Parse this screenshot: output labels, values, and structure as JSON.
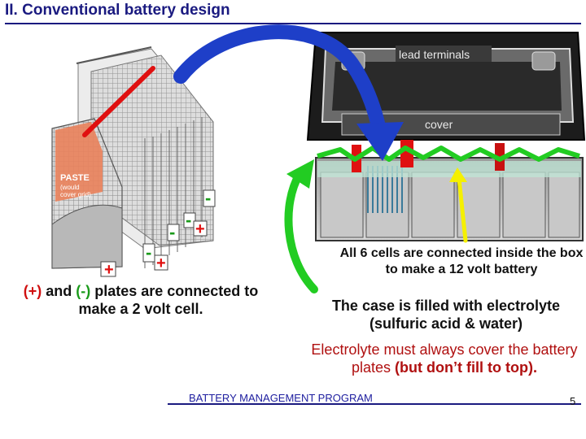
{
  "title": "II.  Conventional battery design",
  "diagram": {
    "lead_terminals": "lead terminals",
    "cover": "cover",
    "paste_label": "PASTE",
    "paste_sub1": "(would",
    "paste_sub2": "cover grid)",
    "minus": "-",
    "plus": "+"
  },
  "captions": {
    "left_plus": "(+)",
    "left_and": " and ",
    "left_minus": "(-)",
    "left_rest": " plates are connected to make a 2 volt cell.",
    "cells": "All 6 cells are connected inside the box to make a 12 volt battery",
    "case": "The case is filled with electrolyte (sulfuric acid & water)",
    "electrolyte": "Electrolyte must always cover the battery plates ",
    "electrolyte_strong": "(but don’t fill to top)."
  },
  "footer": "BATTERY MANAGEMENT PROGRAM",
  "page_number": "5",
  "colors": {
    "title": "#1a1a80",
    "arrow_blue": "#1e3fc8",
    "wire_green": "#22cc22",
    "arrow_yellow": "#f5f000",
    "terminal_red": "#e01010",
    "sign_red": "#e01010",
    "sign_green": "#1a9a1a"
  }
}
